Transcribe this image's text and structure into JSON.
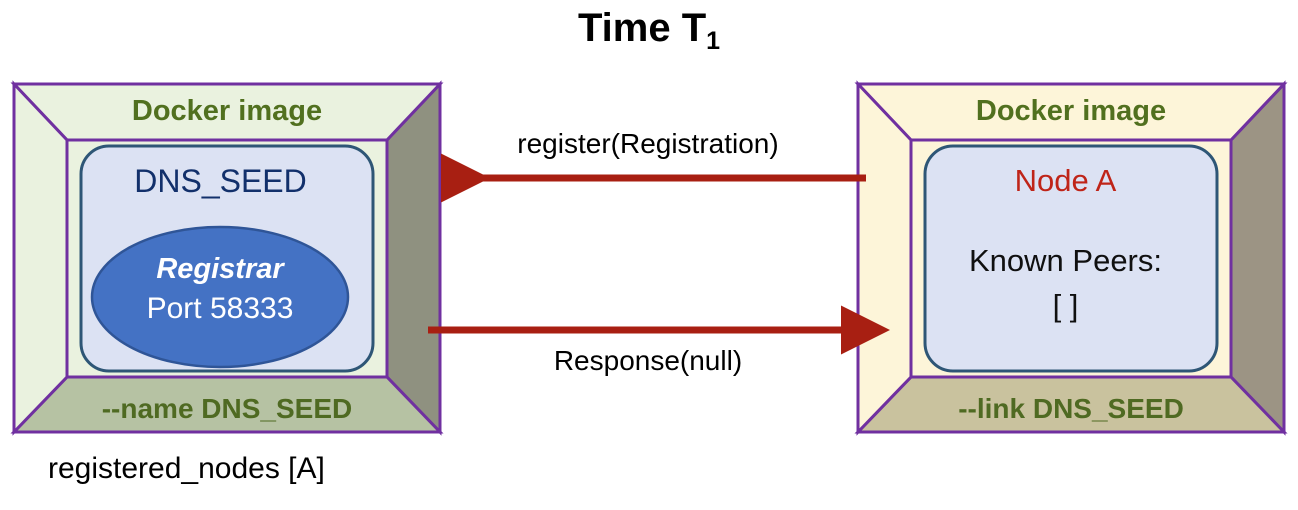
{
  "title": {
    "main": "Time T",
    "subscript": "1"
  },
  "left_container": {
    "header": "Docker image",
    "footer": "--name DNS_SEED",
    "inner_node": "DNS_SEED",
    "ellipse": {
      "name": "Registrar",
      "port": "Port 58333"
    },
    "caption": "registered_nodes [A]"
  },
  "right_container": {
    "header": "Docker image",
    "footer": "--link DNS_SEED",
    "inner_node": "Node A",
    "known_peers_label": "Known Peers:",
    "known_peers_value": "[ ]"
  },
  "messages": [
    {
      "label": "register(Registration)",
      "direction": "right-to-left"
    },
    {
      "label": "Response(null)",
      "direction": "left-to-right"
    }
  ],
  "colors": {
    "frame_border": "#7030a0",
    "left_face": "#eaf2df",
    "left_bevel_right": "#8f9180",
    "left_bevel_bottom": "#b6c2a3",
    "right_face": "#fdf5d9",
    "right_bevel_right": "#9c9484",
    "right_bevel_bottom": "#c9c29e",
    "inner_panel_fill": "#dce2f3",
    "inner_panel_stroke": "#2e5676",
    "ellipse_fill": "#4472c4",
    "ellipse_stroke": "#2f5597",
    "arrow": "#a81f12",
    "docker_title_text": "#51701f",
    "node_text": "#bf2418",
    "dns_text": "#12306b"
  }
}
